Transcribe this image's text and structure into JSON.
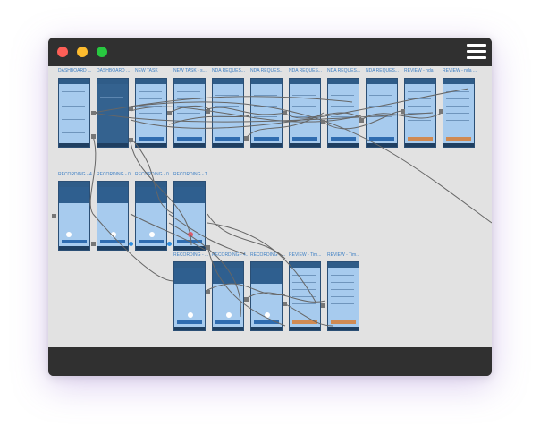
{
  "window": {
    "controls": [
      "close",
      "minimize",
      "maximize"
    ],
    "menu_icon": "hamburger-menu-icon"
  },
  "screens": {
    "row1": [
      "DASHBOARD ...",
      "DASHBOARD ...",
      "NEW TASK",
      "NEW TASK - s...",
      "NDA REQUES...",
      "NDA REQUES...",
      "NDA REQUES...",
      "NDA REQUES...",
      "NDA REQUES...",
      "REVIEW - nda",
      "REVIEW - nda ..."
    ],
    "row2": [
      "RECORDING - 4...",
      "RECORDING - 0...",
      "RECORDING - 0...",
      "RECORDING - T..."
    ],
    "row3": [
      "RECORDING - ...",
      "RECORDING - 4...",
      "RECORDING - ...",
      "REVIEW - Tim...",
      "REVIEW - Tim..."
    ]
  },
  "colors": {
    "canvas": "#e2e2e2",
    "screen_light": "#a7cbee",
    "screen_dark": "#34628f",
    "label": "#3d7fc4",
    "wire": "#666666"
  }
}
